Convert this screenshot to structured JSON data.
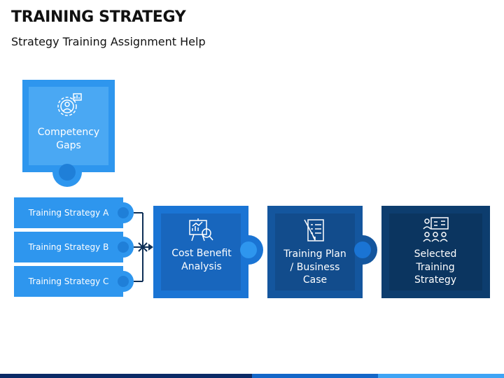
{
  "title": "TRAINING STRATEGY",
  "subtitle": "Strategy Training Assignment Help",
  "diagram": {
    "top_piece": {
      "label": "Competency Gaps",
      "icon": "competency-gear-icon"
    },
    "strategies": [
      {
        "label": "Training Strategy A"
      },
      {
        "label": "Training Strategy B"
      },
      {
        "label": "Training Strategy C"
      }
    ],
    "steps": [
      {
        "label": "Cost Benefit Analysis",
        "icon": "analysis-chart-icon"
      },
      {
        "label": "Training Plan / Business Case",
        "icon": "plan-checklist-icon"
      },
      {
        "label": "Selected Training Strategy",
        "icon": "team-presentation-icon"
      }
    ]
  },
  "colors": {
    "piece_light": "#2e96ee",
    "piece_light_inner": "#4aa8f3",
    "step1": "#1a74d4",
    "step2": "#14569e",
    "step3": "#0d3d6e",
    "connector": "#0e2f56"
  }
}
